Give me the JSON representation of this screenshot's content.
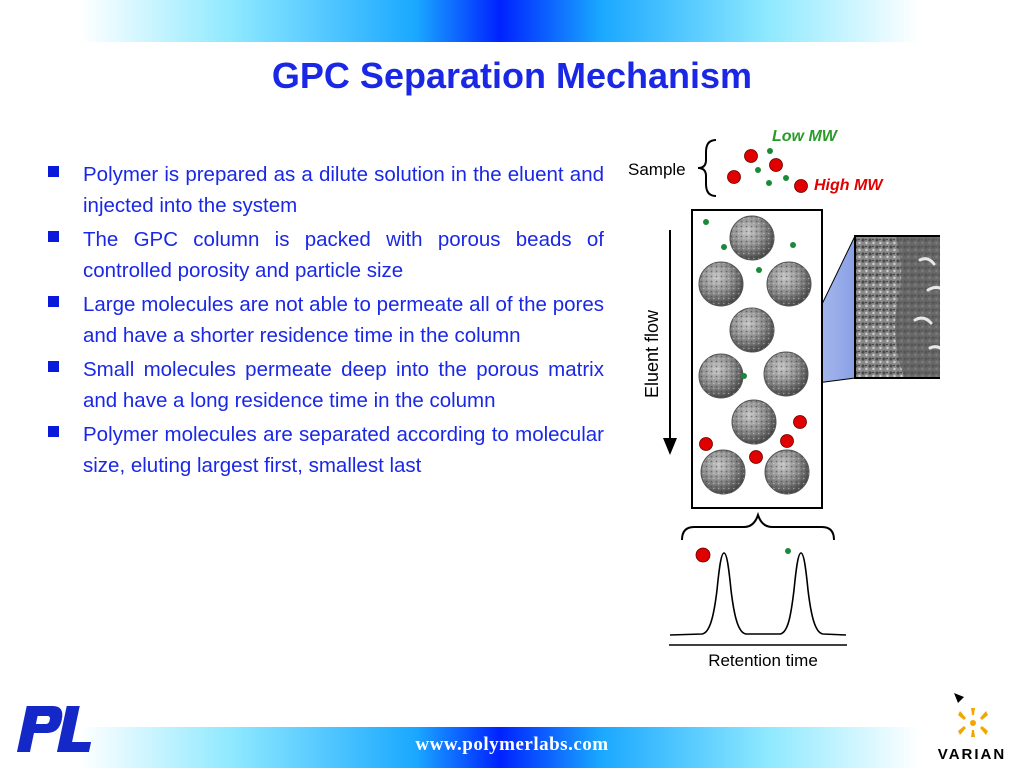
{
  "slide": {
    "title": "GPC Separation Mechanism",
    "bullets": [
      "Polymer is prepared as a dilute solution in the eluent and injected into the system",
      "The GPC column is packed with porous beads of controlled porosity and particle size",
      "Large molecules are not able to permeate all of the pores and have a shorter residence time in the column",
      "Small molecules permeate deep into the porous matrix and have a long residence time in the column",
      "Polymer molecules are separated according to molecular size, eluting largest first, smallest last"
    ],
    "footer_url": "www.polymerlabs.com"
  },
  "diagram": {
    "sample_label": "Sample",
    "low_mw_label": "Low MW",
    "high_mw_label": "High MW",
    "flow_label": "Eluent flow",
    "axis_label": "Retention time"
  },
  "logos": {
    "left": "PL",
    "right": "VARIAN"
  },
  "colors": {
    "title_blue": "#1a28e6",
    "bullet_blue": "#0a1adb",
    "high_mw_red": "#e00000",
    "low_mw_green": "#1a8a3a",
    "low_mw_label_green": "#2a9a2a"
  },
  "icons": {
    "bullet": "square-bullet-icon",
    "flow": "arrow-down-icon"
  }
}
